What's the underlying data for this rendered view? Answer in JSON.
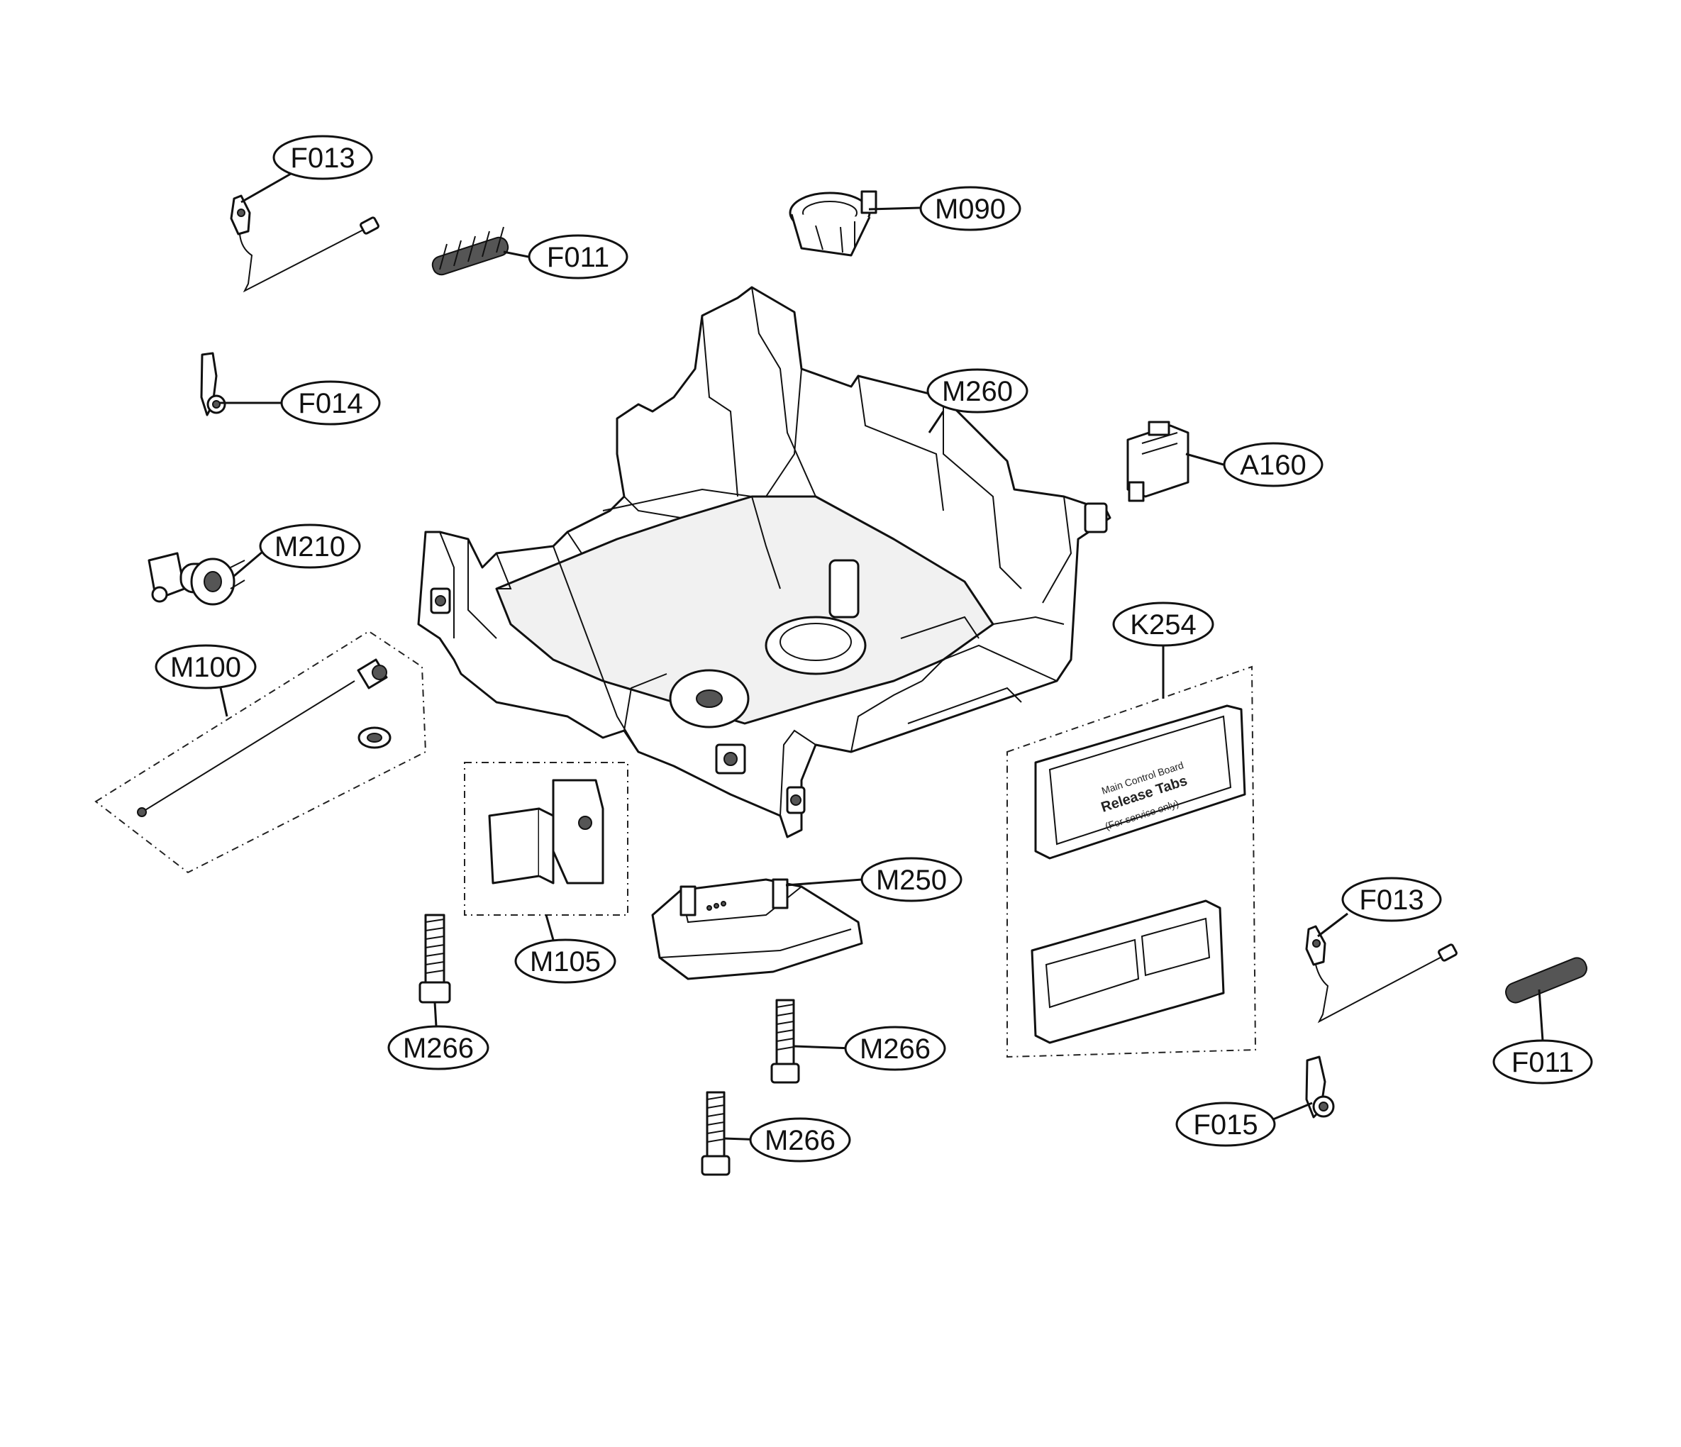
{
  "callouts": {
    "f013_top": "F013",
    "f011_top": "F011",
    "m090": "M090",
    "f014": "F014",
    "m260": "M260",
    "a160": "A160",
    "m210": "M210",
    "m100": "M100",
    "k254": "K254",
    "m250": "M250",
    "m105": "M105",
    "f013_right": "F013",
    "f011_right": "F011",
    "m266_left": "M266",
    "m266_mid": "M266",
    "m266_low": "M266",
    "f015": "F015"
  },
  "board_cover": {
    "line1": "Main Control Board",
    "line2": "Release Tabs",
    "line3": "(For service only)"
  }
}
